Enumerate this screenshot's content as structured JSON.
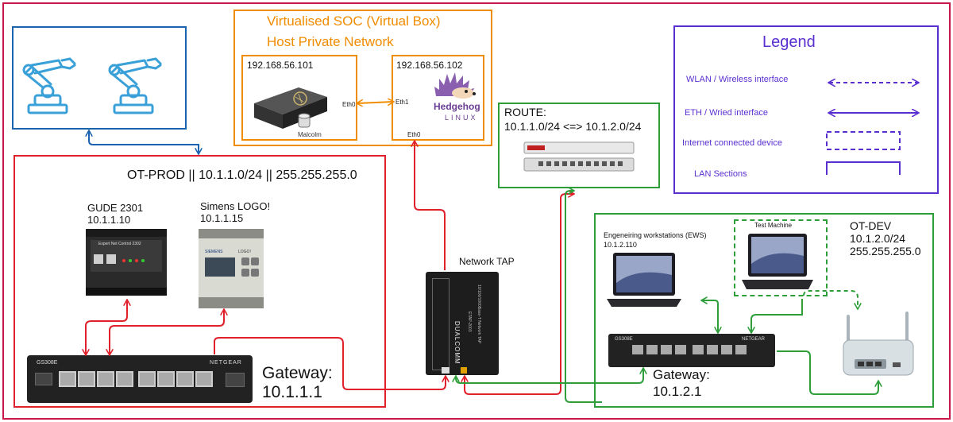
{
  "soc": {
    "title": "Virtualised  SOC (Virtual Box)",
    "subtitle": "Host Private Network",
    "malcolm": {
      "ip": "192.168.56.101",
      "eth": "Eth0",
      "label": "Malcolm"
    },
    "hedgehog": {
      "ip": "192.168.56.102",
      "eth1": "Eth1",
      "eth0": "Eth0",
      "logo_line1": "Hedgehog",
      "logo_line2": "LINUX"
    }
  },
  "route": {
    "title": "ROUTE:",
    "range": "10.1.1.0/24 <=> 10.1.2.0/24"
  },
  "legend": {
    "title": "Legend",
    "items": [
      {
        "label": "WLAN / Wireless interface",
        "symbol": "dashed-double-arrow"
      },
      {
        "label": "ETH / Wried interface",
        "symbol": "solid-double-arrow"
      },
      {
        "label": "Internet connected device",
        "symbol": "dashed-box"
      },
      {
        "label": "LAN Sections",
        "symbol": "solid-box"
      }
    ]
  },
  "ot_prod": {
    "title": "OT-PROD || 10.1.1.0/24 || 255.255.255.0",
    "gude": {
      "name": "GUDE 2301",
      "ip": "10.1.1.10",
      "panel_text": "Expert Net Control 2302"
    },
    "logo": {
      "name": "Simens LOGO!",
      "ip": "10.1.1.15",
      "brand": "SIEMENS",
      "panel_text": "LOGO!"
    },
    "switch": {
      "brand": "NETGEAR",
      "model": "GS308E"
    },
    "gateway_label": "Gateway:",
    "gateway_ip": "10.1.1.1"
  },
  "tap": {
    "label": "Network TAP",
    "brand": "DUALCOMM",
    "model": "ETAP-2003",
    "desc": "10/100/1000Base-T Network TAP"
  },
  "ot_dev": {
    "title": "OT-DEV",
    "subnet": "10.1.2.0/24",
    "mask": "255.255.255.0",
    "ews_name": "Engeneiring workstations (EWS)",
    "ews_ip": "10.1.2.110",
    "test_machine": "Test Machine",
    "switch": {
      "brand": "NETGEAR",
      "model": "GS308E"
    },
    "gateway_label": "Gateway:",
    "gateway_ip": "10.1.2.1"
  },
  "colors": {
    "frame": "#c8184a",
    "robot_box": "#1a63b0",
    "soc": "#f08c00",
    "route": "#2e9e3a",
    "legend": "#5a2fd0",
    "prod": "#e0202a",
    "dev": "#2e9e3a",
    "robot": "#3aa0d8"
  }
}
